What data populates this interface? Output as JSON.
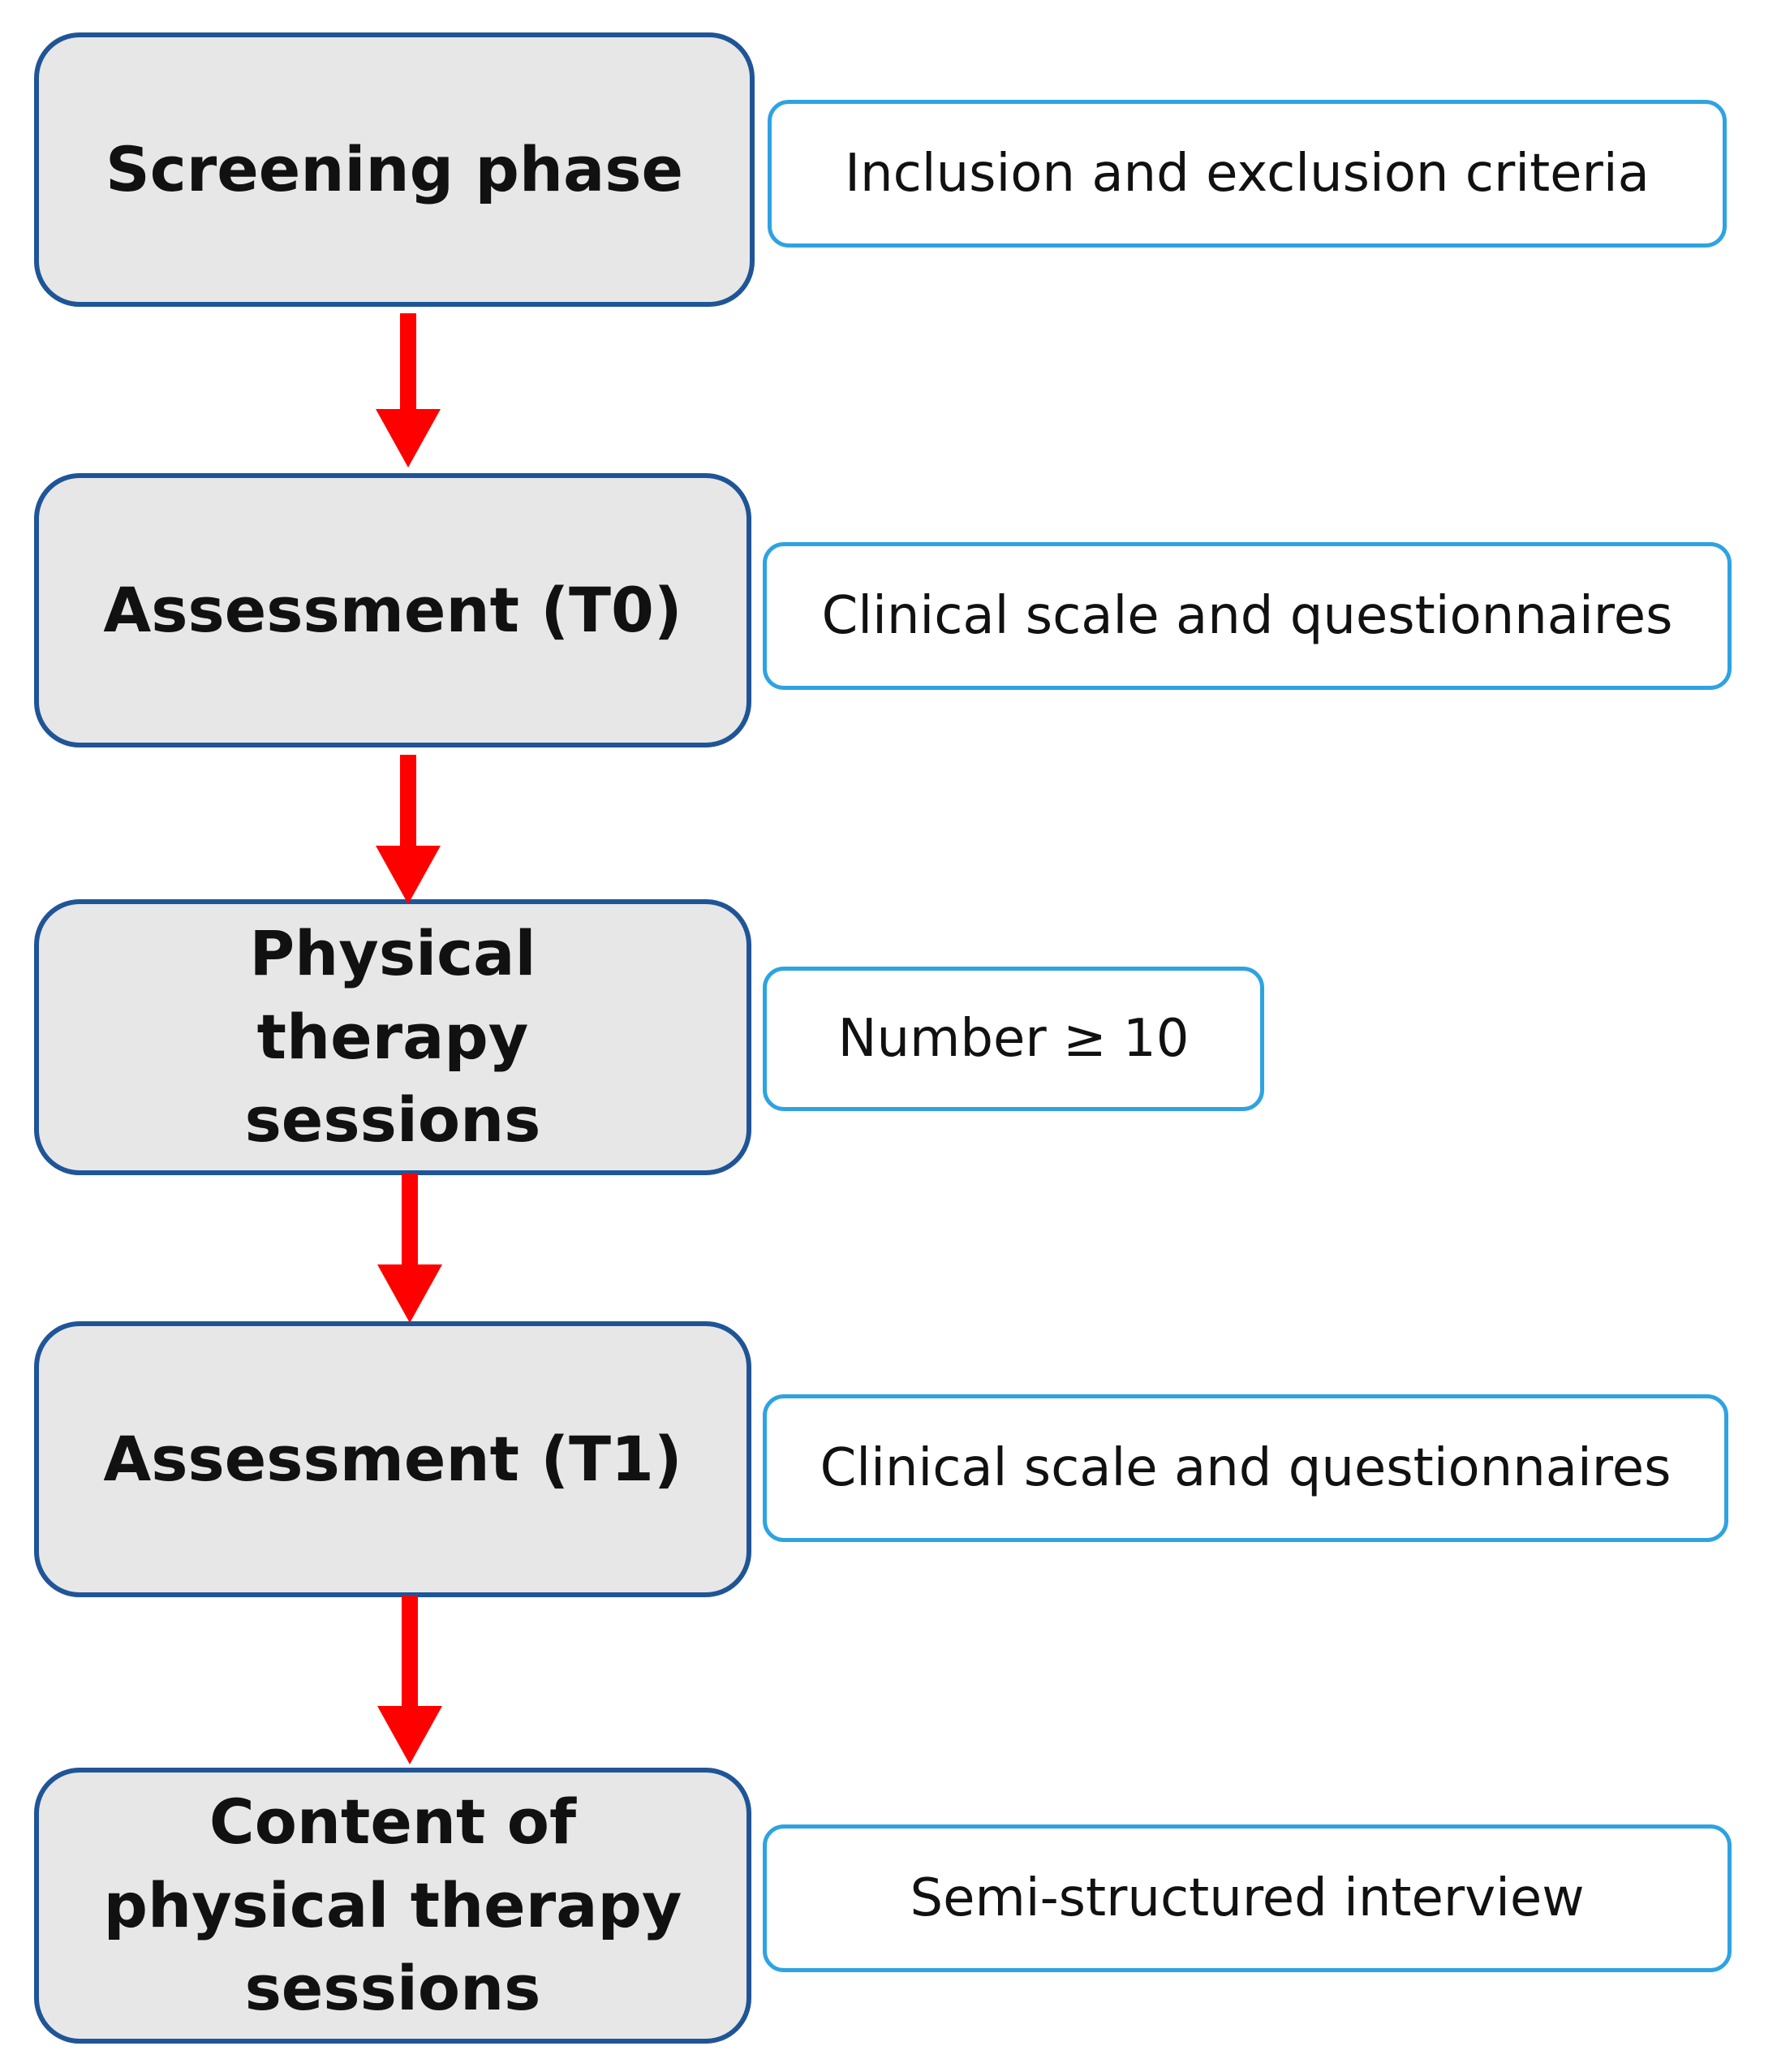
{
  "steps": [
    {
      "label": "Screening phase"
    },
    {
      "label": "Assessment (T0)"
    },
    {
      "label": "Physical therapy sessions"
    },
    {
      "label": "Assessment (T1)"
    },
    {
      "label": "Content of physical therapy sessions"
    }
  ],
  "notes": [
    {
      "label": "Inclusion and exclusion criteria"
    },
    {
      "label": "Clinical scale and questionnaires"
    },
    {
      "label": "Number ≥ 10"
    },
    {
      "label": "Clinical scale and questionnaires"
    },
    {
      "label": "Semi-structured interview"
    }
  ],
  "colors": {
    "step_fill": "#e7e7e7",
    "step_border": "#1f5597",
    "note_border": "#2ea3e2",
    "arrow": "#ff0000"
  }
}
